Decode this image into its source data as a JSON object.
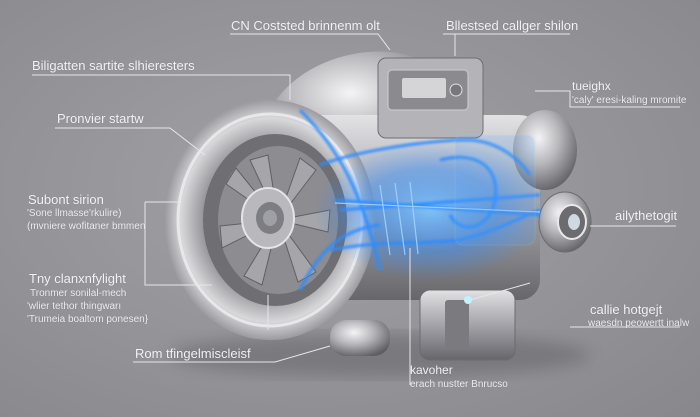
{
  "diagram": {
    "subject": "turbocharger-cutaway",
    "background_color": "#939397",
    "accent_color": "#2f8cff",
    "labels": {
      "top_center": {
        "title": "CN Coststed brinnenm olt"
      },
      "top_right": {
        "title": "Bllestsed callger shilon"
      },
      "upper_left": {
        "title": "Biligatten sartite slhieresters"
      },
      "left_mid": {
        "title": "Pronvier startw"
      },
      "right_upper": {
        "title": "tueighx",
        "subtitle": "'caly' eresi-kaling mromite"
      },
      "left_center": {
        "title": "Subont sirion",
        "lines": [
          "'Sone llmasse'rkulire)",
          "(mvniere wofitaner bmmen"
        ]
      },
      "right_center": {
        "title": "ailythetogit"
      },
      "left_lower": {
        "title": "Tny clanxnfylight",
        "lines": [
          "Tronmer sonilal-mech",
          "'wlier tethor thingwarı",
          "'Trumeia boaltom ponesen}"
        ]
      },
      "right_lower": {
        "title": "callie hotgejt",
        "subtitle": "waesdn peowertt inalw"
      },
      "bottom_left": {
        "title": "Rom tfingelmiscleisf"
      },
      "bottom_center": {
        "title": "kavoher",
        "subtitle": "erach nustter Bnrucso"
      }
    }
  }
}
